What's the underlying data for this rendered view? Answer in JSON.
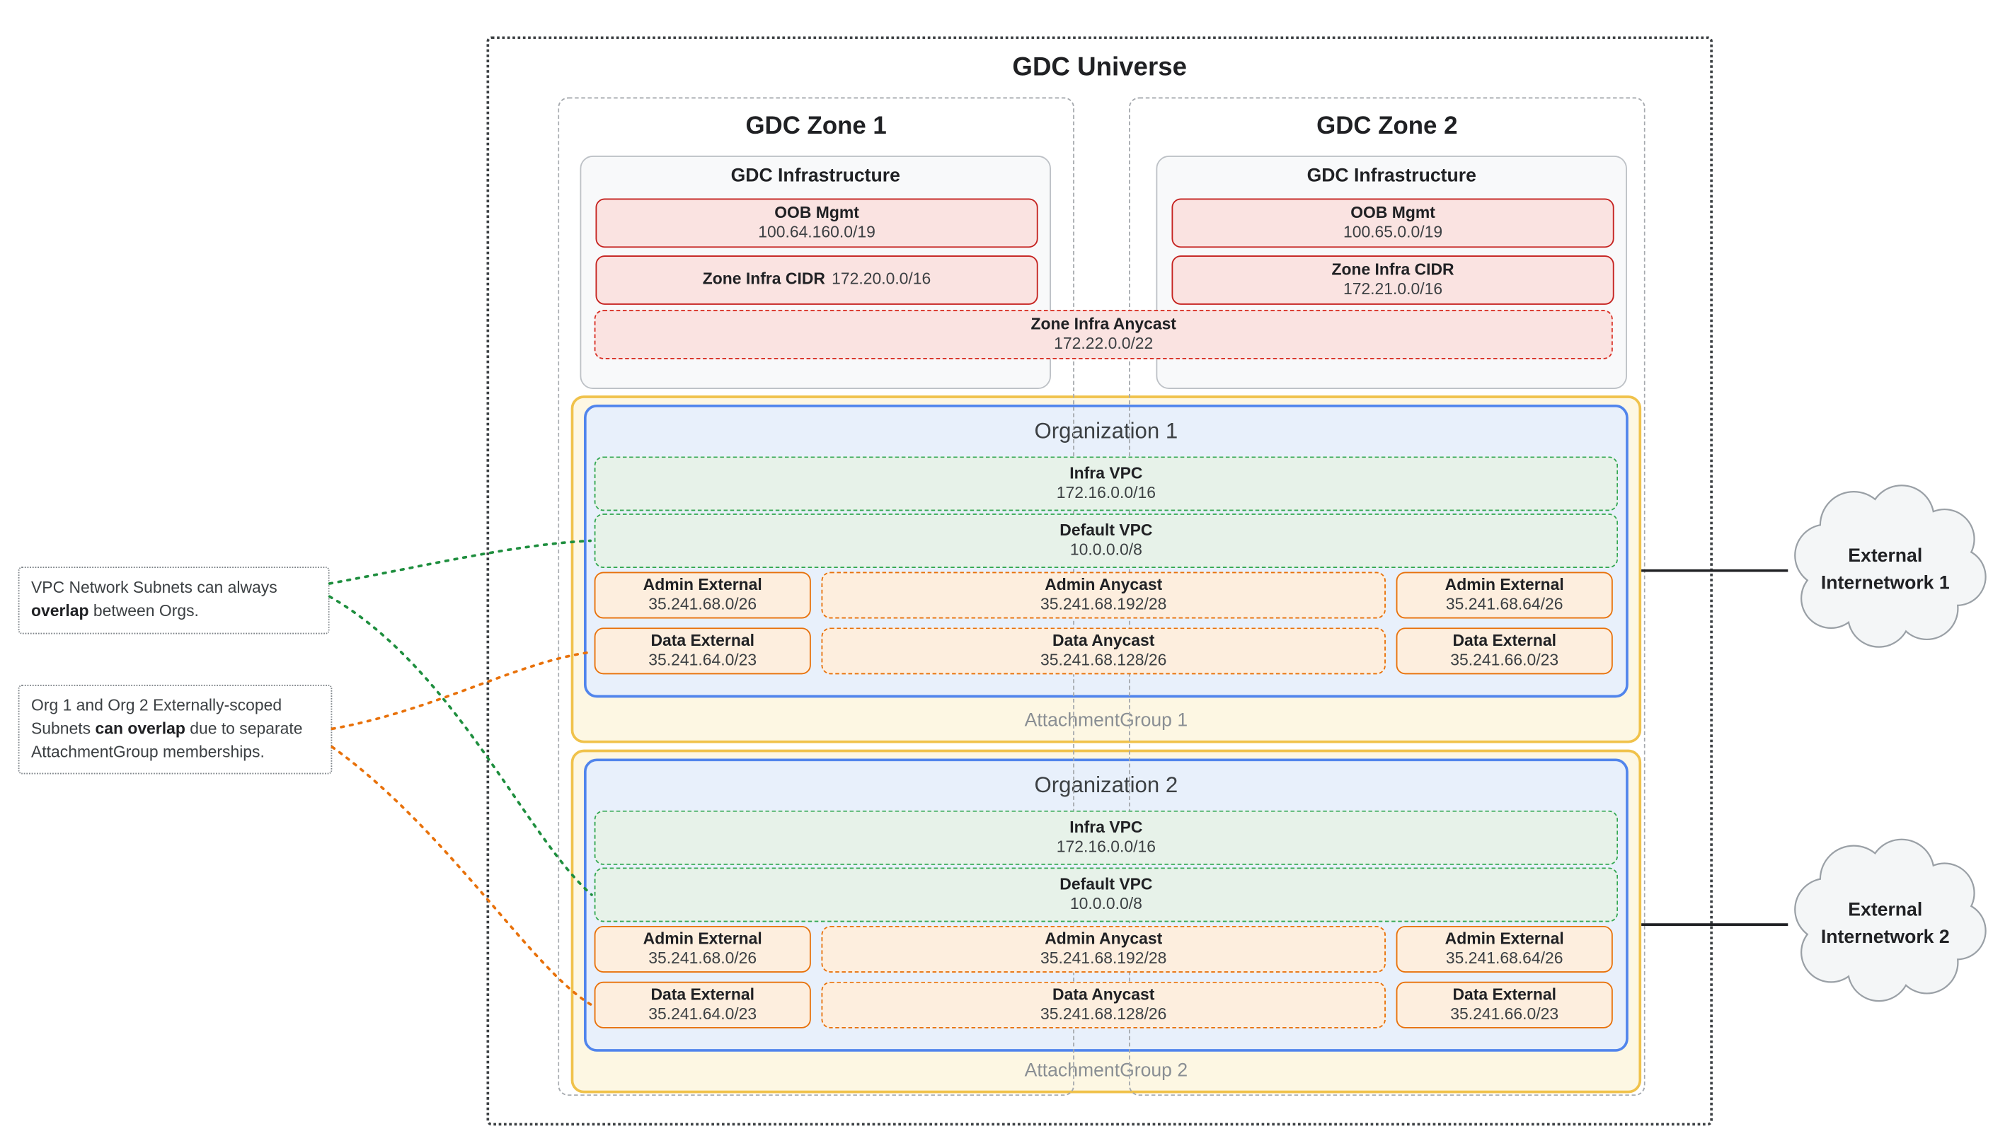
{
  "title": "GDC Universe",
  "zones": [
    {
      "name": "GDC Zone 1",
      "infra_title": "GDC Infrastructure",
      "oob": {
        "label": "OOB Mgmt",
        "cidr": "100.64.160.0/19"
      },
      "infra_cidr": {
        "label": "Zone Infra CIDR",
        "cidr": "172.20.0.0/16"
      }
    },
    {
      "name": "GDC Zone 2",
      "infra_title": "GDC Infrastructure",
      "oob": {
        "label": "OOB Mgmt",
        "cidr": "100.65.0.0/19"
      },
      "infra_cidr": {
        "label": "Zone Infra CIDR",
        "cidr": "172.21.0.0/16"
      }
    }
  ],
  "zone_anycast": {
    "label": "Zone Infra Anycast",
    "cidr": "172.22.0.0/22"
  },
  "organizations": [
    {
      "name": "Organization 1",
      "attachment_group": "AttachmentGroup 1",
      "infra_vpc": {
        "label": "Infra VPC",
        "cidr": "172.16.0.0/16"
      },
      "default_vpc": {
        "label": "Default VPC",
        "cidr": "10.0.0.0/8"
      },
      "admin_row": [
        {
          "label": "Admin External",
          "cidr": "35.241.68.0/26"
        },
        {
          "label": "Admin Anycast",
          "cidr": "35.241.68.192/28"
        },
        {
          "label": "Admin External",
          "cidr": "35.241.68.64/26"
        }
      ],
      "data_row": [
        {
          "label": "Data External",
          "cidr": "35.241.64.0/23"
        },
        {
          "label": "Data Anycast",
          "cidr": "35.241.68.128/26"
        },
        {
          "label": "Data External",
          "cidr": "35.241.66.0/23"
        }
      ]
    },
    {
      "name": "Organization 2",
      "attachment_group": "AttachmentGroup 2",
      "infra_vpc": {
        "label": "Infra VPC",
        "cidr": "172.16.0.0/16"
      },
      "default_vpc": {
        "label": "Default VPC",
        "cidr": "10.0.0.0/8"
      },
      "admin_row": [
        {
          "label": "Admin External",
          "cidr": "35.241.68.0/26"
        },
        {
          "label": "Admin Anycast",
          "cidr": "35.241.68.192/28"
        },
        {
          "label": "Admin External",
          "cidr": "35.241.68.64/26"
        }
      ],
      "data_row": [
        {
          "label": "Data External",
          "cidr": "35.241.64.0/23"
        },
        {
          "label": "Data Anycast",
          "cidr": "35.241.68.128/26"
        },
        {
          "label": "Data External",
          "cidr": "35.241.66.0/23"
        }
      ]
    }
  ],
  "clouds": [
    {
      "line1": "External",
      "line2": "Internetwork 1"
    },
    {
      "line1": "External",
      "line2": "Internetwork 2"
    }
  ],
  "annotations": [
    {
      "pre": "VPC Network Subnets can always ",
      "bold": "overlap",
      "post": " between Orgs."
    },
    {
      "pre": "Org 1 and Org 2 Externally-scoped Subnets ",
      "bold": "can overlap",
      "post": " due to separate AttachmentGroup memberships."
    }
  ],
  "colors": {
    "red_border": "#c5221f",
    "red_fill": "#fae3e1",
    "green_border": "#34a853",
    "green_fill": "#e7f2e9",
    "orange_border": "#e8710a",
    "orange_fill": "#fdeede",
    "blue_border": "#5185ec",
    "blue_fill": "#e8f0fb",
    "yellow_border": "#f0c24b",
    "yellow_fill": "#fdf7e3",
    "annotation_green": "#1e8e3e",
    "annotation_orange": "#e8710a"
  }
}
